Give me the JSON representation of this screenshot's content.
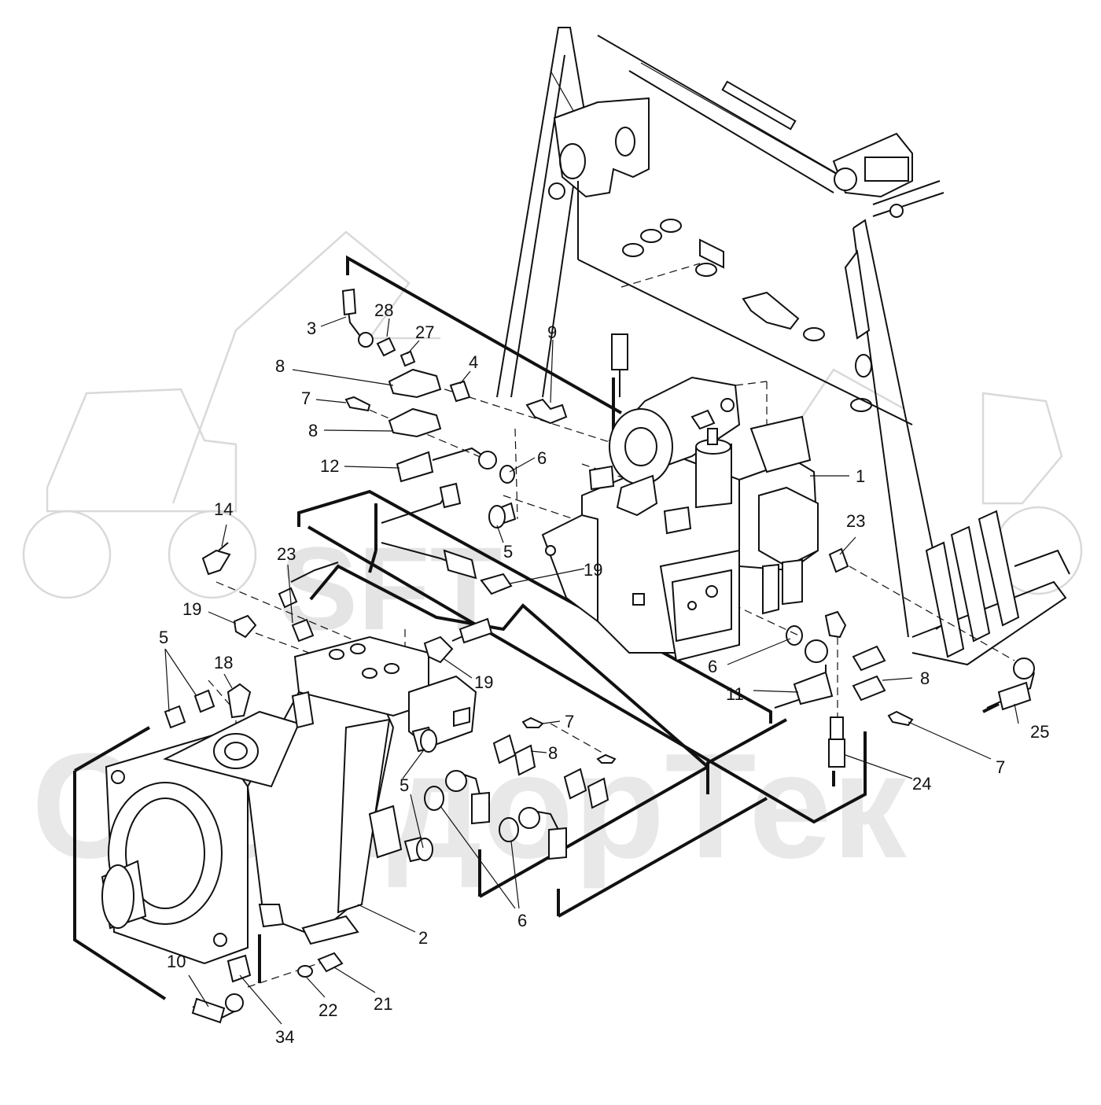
{
  "watermark": {
    "top_text": "SFT",
    "bottom_text": "СкандорТек",
    "color": "#cfcfcf"
  },
  "callouts": [
    {
      "id": "c1",
      "label": "1"
    },
    {
      "id": "c2",
      "label": "2"
    },
    {
      "id": "c3",
      "label": "3"
    },
    {
      "id": "c4",
      "label": "4"
    },
    {
      "id": "c5a",
      "label": "5"
    },
    {
      "id": "c5b",
      "label": "5"
    },
    {
      "id": "c5c",
      "label": "5"
    },
    {
      "id": "c6a",
      "label": "6"
    },
    {
      "id": "c6b",
      "label": "6"
    },
    {
      "id": "c6c",
      "label": "6"
    },
    {
      "id": "c7a",
      "label": "7"
    },
    {
      "id": "c7b",
      "label": "7"
    },
    {
      "id": "c7c",
      "label": "7"
    },
    {
      "id": "c8a",
      "label": "8"
    },
    {
      "id": "c8b",
      "label": "8"
    },
    {
      "id": "c8c",
      "label": "8"
    },
    {
      "id": "c8d",
      "label": "8"
    },
    {
      "id": "c9",
      "label": "9"
    },
    {
      "id": "c10",
      "label": "10"
    },
    {
      "id": "c11",
      "label": "11"
    },
    {
      "id": "c12",
      "label": "12"
    },
    {
      "id": "c14",
      "label": "14"
    },
    {
      "id": "c18",
      "label": "18"
    },
    {
      "id": "c19a",
      "label": "19"
    },
    {
      "id": "c19b",
      "label": "19"
    },
    {
      "id": "c19c",
      "label": "19"
    },
    {
      "id": "c21",
      "label": "21"
    },
    {
      "id": "c22",
      "label": "22"
    },
    {
      "id": "c23a",
      "label": "23"
    },
    {
      "id": "c23b",
      "label": "23"
    },
    {
      "id": "c24",
      "label": "24"
    },
    {
      "id": "c25",
      "label": "25"
    },
    {
      "id": "c27",
      "label": "27"
    },
    {
      "id": "c28",
      "label": "28"
    },
    {
      "id": "c34",
      "label": "34"
    }
  ]
}
